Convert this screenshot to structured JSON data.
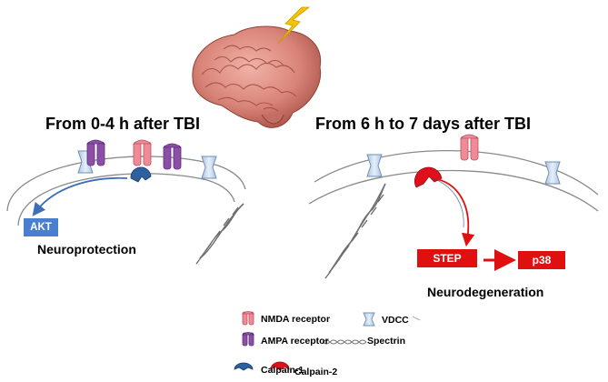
{
  "headers": {
    "left": "From 0-4 h after TBI",
    "right": "From 6 h to 7 days after TBI"
  },
  "labels": {
    "akt": "AKT",
    "neuroprotection": "Neuroprotection",
    "step": "STEP",
    "p38": "p38",
    "neurodegeneration": "Neurodegeneration"
  },
  "legend": {
    "nmda": "NMDA receptor",
    "vdcc": "VDCC",
    "ampa": "AMPA receptor",
    "spectrin": "Spectrin",
    "calpain1": "Calpain-1",
    "calpain2": "Calpain-2"
  },
  "colors": {
    "nmda": "#f08a96",
    "ampa": "#8b4fa8",
    "vdcc": "#cfdff0",
    "calpain1": "#2e5f9e",
    "calpain2": "#e0101a",
    "akt_box": "#4a7fd0",
    "step_box": "#e01010",
    "lightning": "#f5c400",
    "membrane": "#8a8a8a"
  }
}
